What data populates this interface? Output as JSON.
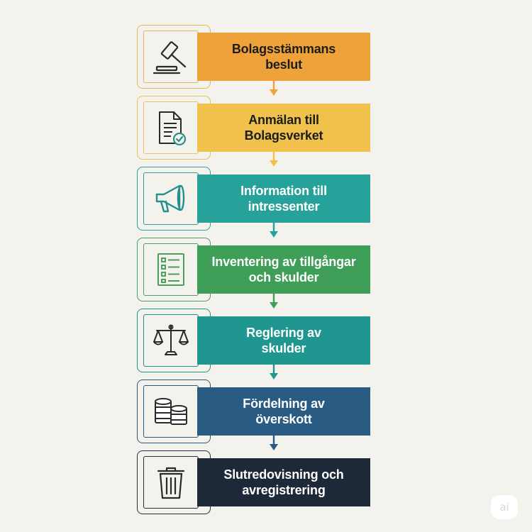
{
  "steps": [
    {
      "label": "Bolagsstämmans\nbeslut",
      "color": "#f0a23a",
      "frame": "#e9b45c",
      "text_color": "#1c1c1c",
      "icon": "gavel-icon"
    },
    {
      "label": "Anmälan till\nBolagsverket",
      "color": "#f0c24c",
      "frame": "#e8c25c",
      "text_color": "#1c1c1c",
      "icon": "document-check-icon"
    },
    {
      "label": "Information till\nintressenter",
      "color": "#26a29a",
      "frame": "#2c9f96",
      "text_color": "#ffffff",
      "icon": "megaphone-icon"
    },
    {
      "label": "Inventering av tillgångar\noch skulder",
      "color": "#3f9e57",
      "frame": "#4c9f5c",
      "text_color": "#ffffff",
      "icon": "checklist-icon"
    },
    {
      "label": "Reglering av\nskulder",
      "color": "#1f968f",
      "frame": "#23908a",
      "text_color": "#ffffff",
      "icon": "scales-icon"
    },
    {
      "label": "Fördelning av\növerskott",
      "color": "#2a5b82",
      "frame": "#2c5a7e",
      "text_color": "#ffffff",
      "icon": "coins-icon"
    },
    {
      "label": "Slutredovisning och\navregistrering",
      "color": "#1d2838",
      "frame": "#253243",
      "text_color": "#ffffff",
      "icon": "trash-bin-icon"
    }
  ],
  "arrow_colors": [
    "#f0a23a",
    "#f0c24c",
    "#26a29a",
    "#3f9e57",
    "#1f968f",
    "#2a5b82"
  ],
  "badge": "ai"
}
